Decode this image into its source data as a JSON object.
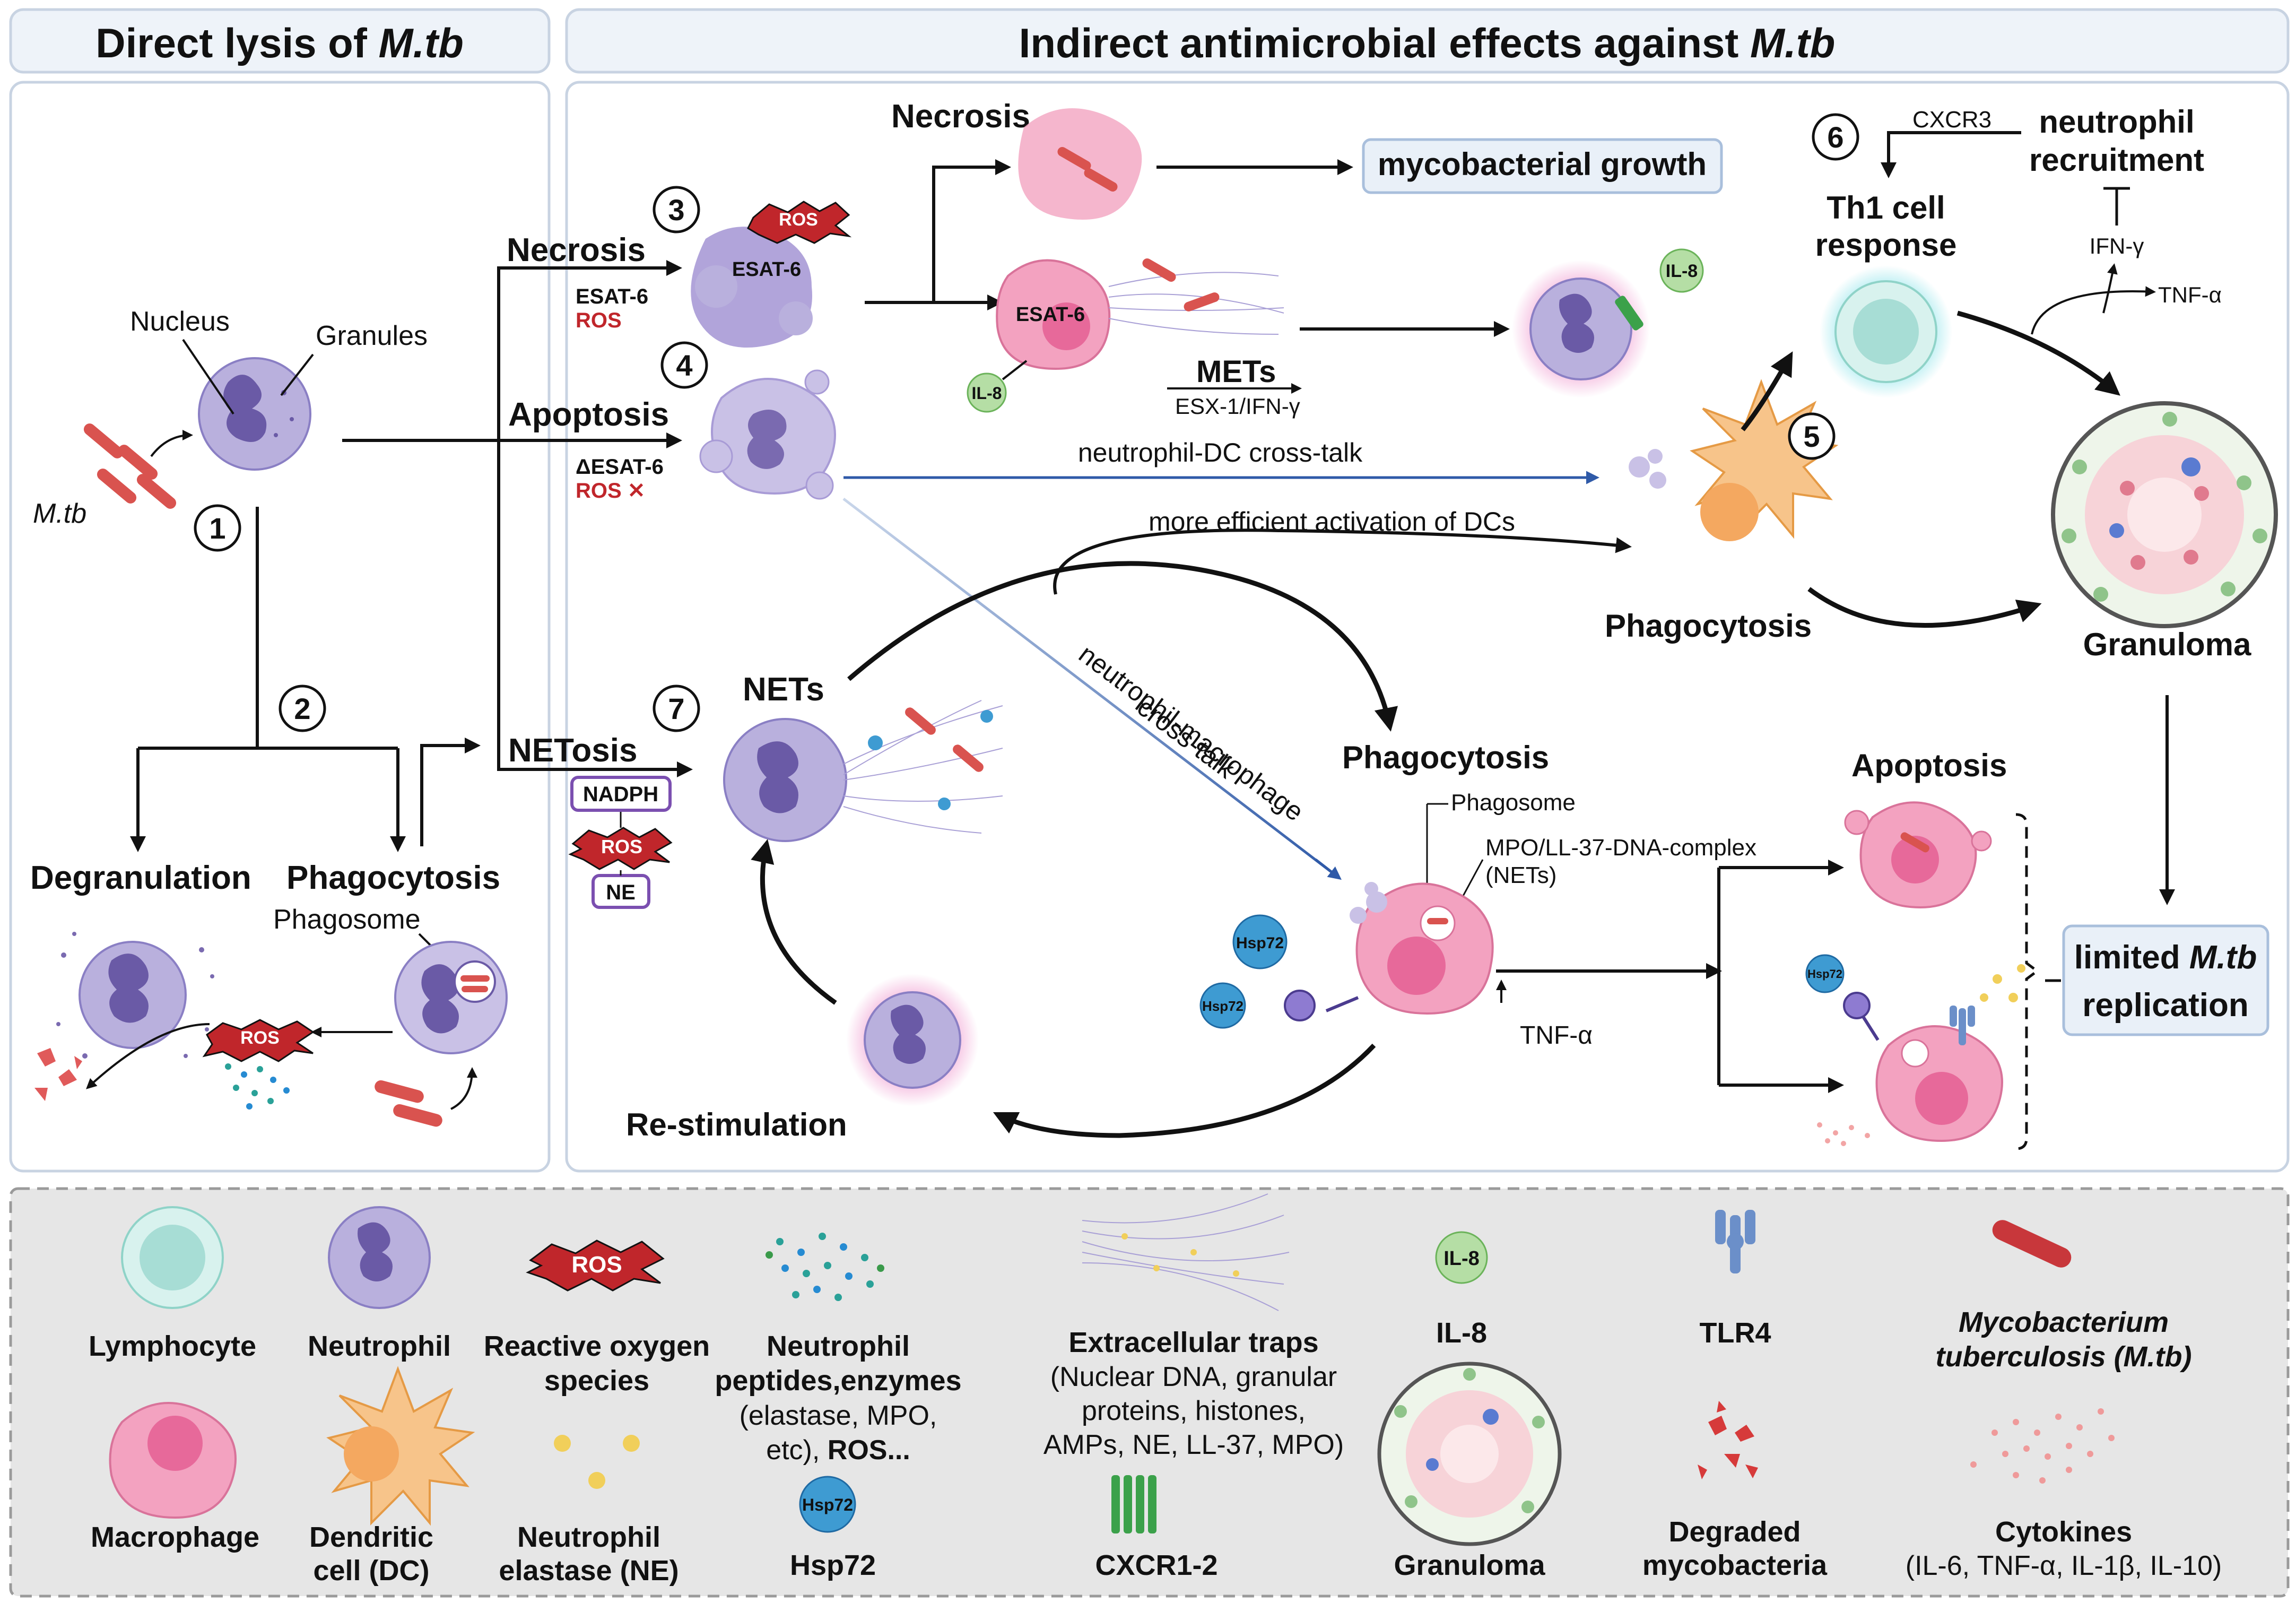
{
  "headers": {
    "left_prefix": "Direct lysis of ",
    "left_em": "M.tb",
    "right_prefix": "Indirect antimicrobial effects against ",
    "right_em": "M.tb"
  },
  "steps": [
    "1",
    "2",
    "3",
    "4",
    "5",
    "6",
    "7"
  ],
  "left_panel": {
    "nucleus": "Nucleus",
    "granules": "Granules",
    "mtb": "M.tb",
    "degranulation": "Degranulation",
    "phagocytosis": "Phagocytosis",
    "phagosome": "Phagosome",
    "ros": "ROS"
  },
  "necrosis_path": {
    "necrosis": "Necrosis",
    "esat6": "ESAT-6",
    "ros": "ROS",
    "necrosis_top": "Necrosis",
    "mycobacterial_growth": "mycobacterial growth",
    "mets": "METs",
    "esx": "ESX-1/IFN-γ",
    "il8": "IL-8"
  },
  "apoptosis_path": {
    "apoptosis": "Apoptosis",
    "delta_esat6": "ΔESAT-6",
    "ros_x": "ROS ✕",
    "dc_crosstalk": "neutrophil-DC cross-talk",
    "more_efficient": "more efficient activation of DCs",
    "mac_crosstalk_1": "neutrophil-macrophage",
    "mac_crosstalk_2": "cross-talk"
  },
  "right_panel": {
    "cxcr3": "CXCR3",
    "neutrophil_recruitment_1": "neutrophil",
    "neutrophil_recruitment_2": "recruitment",
    "th1_1": "Th1 cell",
    "th1_2": "response",
    "ifn": "IFN-γ",
    "tnf": "TNF-α",
    "phagocytosis_dc": "Phagocytosis",
    "granuloma": "Granuloma",
    "limited_1": "limited ",
    "limited_em": "M.tb",
    "limited_2": "replication"
  },
  "netosis_path": {
    "netosis": "NETosis",
    "nadph": "NADPH",
    "ros": "ROS",
    "ne": "NE",
    "nets": "NETs",
    "phagocytosis": "Phagocytosis",
    "phagosome": "Phagosome",
    "mpo_1": "MPO/LL-37-DNA-complex",
    "mpo_2": "(NETs)",
    "hsp72": "Hsp72",
    "tnf_up": "TNF-α",
    "apoptosis": "Apoptosis",
    "restimulation": "Re-stimulation"
  },
  "legend": {
    "lymphocyte": "Lymphocyte",
    "neutrophil": "Neutrophil",
    "ros_icon": "ROS",
    "ros_1": "Reactive oxygen",
    "ros_2": "species",
    "pep_1": "Neutrophil",
    "pep_2": "peptides,enzymes",
    "pep_3": "(elastase, MPO,",
    "pep_4a": "etc), ",
    "pep_4b": "ROS...",
    "et_1": "Extracellular traps",
    "et_2": "(Nuclear DNA, granular",
    "et_3": "proteins, histones,",
    "et_4": "AMPs, NE, LL-37, MPO)",
    "il8_icon": "IL-8",
    "il8": "IL-8",
    "tlr4": "TLR4",
    "mtb_1": "Mycobacterium",
    "mtb_2": "tuberculosis (M.tb)",
    "macrophage": "Macrophage",
    "dc_1": "Dendritic",
    "dc_2": "cell (DC)",
    "ne_1": "Neutrophil",
    "ne_2": "elastase (NE)",
    "hsp72_icon": "Hsp72",
    "hsp72": "Hsp72",
    "cxcr": "CXCR1-2",
    "granuloma": "Granuloma",
    "deg_1": "Degraded",
    "deg_2": "mycobacteria",
    "cyt_1": "Cytokines",
    "cyt_2": "(IL-6, TNF-α, IL-1β, IL-10)"
  }
}
